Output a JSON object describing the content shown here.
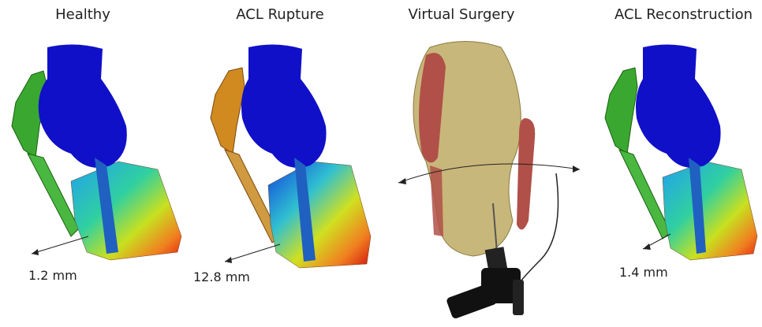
{
  "panels": [
    {
      "title": "Healthy",
      "measurement": "1.2 mm"
    },
    {
      "title": "ACL Rupture",
      "measurement": "12.8 mm"
    },
    {
      "title": "Virtual Surgery",
      "measurement": ""
    },
    {
      "title": "ACL Reconstruction",
      "measurement": "1.4 mm"
    }
  ],
  "colors": {
    "femur": "#1010c8",
    "bone_beige": "#c8b77a",
    "muscle_red": "#b05048",
    "patella_healthy": "#3aa830",
    "patella_rupture": "#d08a20"
  }
}
